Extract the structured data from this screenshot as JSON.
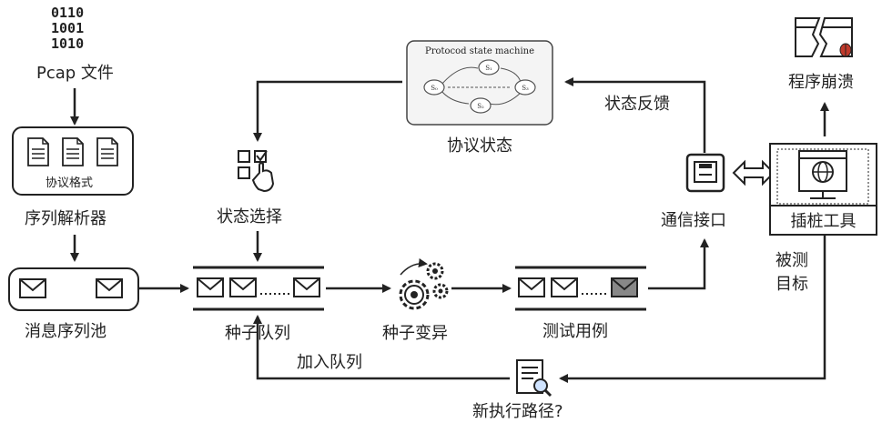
{
  "pcap": {
    "binary": [
      "0110",
      "1001",
      "1010"
    ],
    "label": "Pcap 文件"
  },
  "parser": {
    "format_label": "协议格式",
    "label": "序列解析器"
  },
  "message_pool": {
    "label": "消息序列池"
  },
  "seed_queue": {
    "label": "种子队列"
  },
  "mutation": {
    "label": "种子变异"
  },
  "test_cases": {
    "label": "测试用例"
  },
  "state_machine": {
    "title": "Protocod state machine",
    "caption": "协议状态",
    "states": [
      "S₀",
      "S₁",
      "S₂",
      "S₃"
    ]
  },
  "state_select": {
    "label": "状态选择"
  },
  "comm_interface": {
    "label": "通信接口"
  },
  "feedback": {
    "label": "状态反馈"
  },
  "crash": {
    "label": "程序崩溃"
  },
  "instrument": {
    "label": "插桩工具"
  },
  "target": {
    "label_line1": "被测",
    "label_line2": "目标"
  },
  "new_path": {
    "label": "新执行路径?"
  },
  "enqueue": {
    "label": "加入队列"
  }
}
